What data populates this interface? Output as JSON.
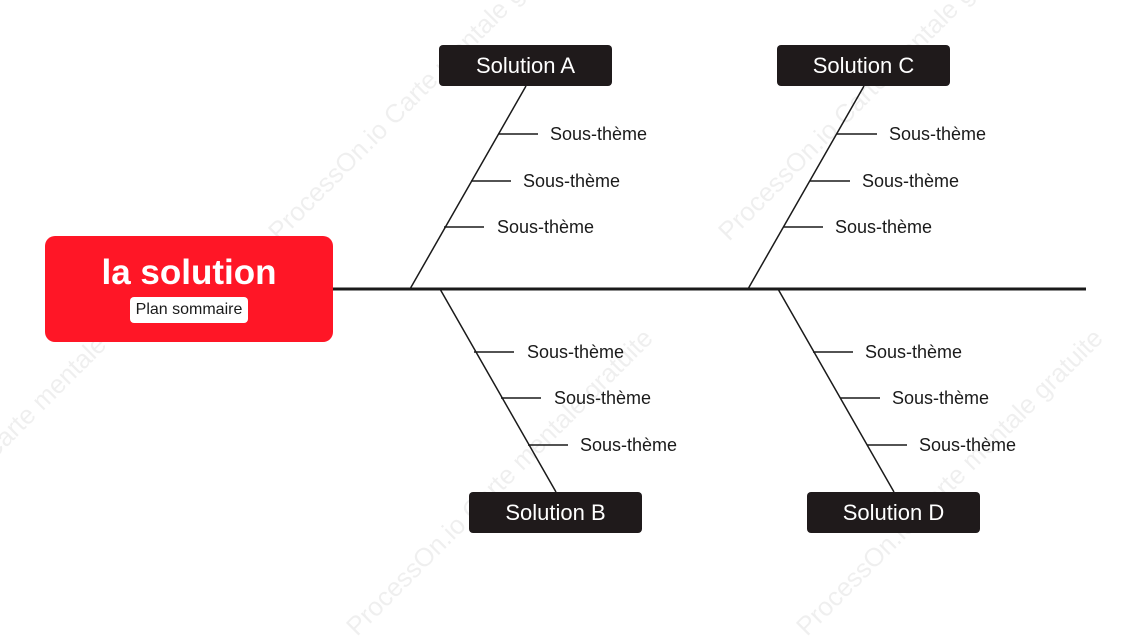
{
  "root": {
    "title": "la solution",
    "subtitle": "Plan sommaire"
  },
  "branches": [
    {
      "id": "a",
      "label": "Solution A",
      "subtopics": [
        "Sous-thème",
        "Sous-thème",
        "Sous-thème"
      ]
    },
    {
      "id": "b",
      "label": "Solution B",
      "subtopics": [
        "Sous-thème",
        "Sous-thème",
        "Sous-thème"
      ]
    },
    {
      "id": "c",
      "label": "Solution C",
      "subtopics": [
        "Sous-thème",
        "Sous-thème",
        "Sous-thème"
      ]
    },
    {
      "id": "d",
      "label": "Solution D",
      "subtopics": [
        "Sous-thème",
        "Sous-thème",
        "Sous-thème"
      ]
    }
  ],
  "watermark": "ProcessOn.io Carte mentale gratuite",
  "colors": {
    "root_bg": "#ff1626",
    "box_bg": "#1f1a1b",
    "line": "#1a1a1a"
  }
}
